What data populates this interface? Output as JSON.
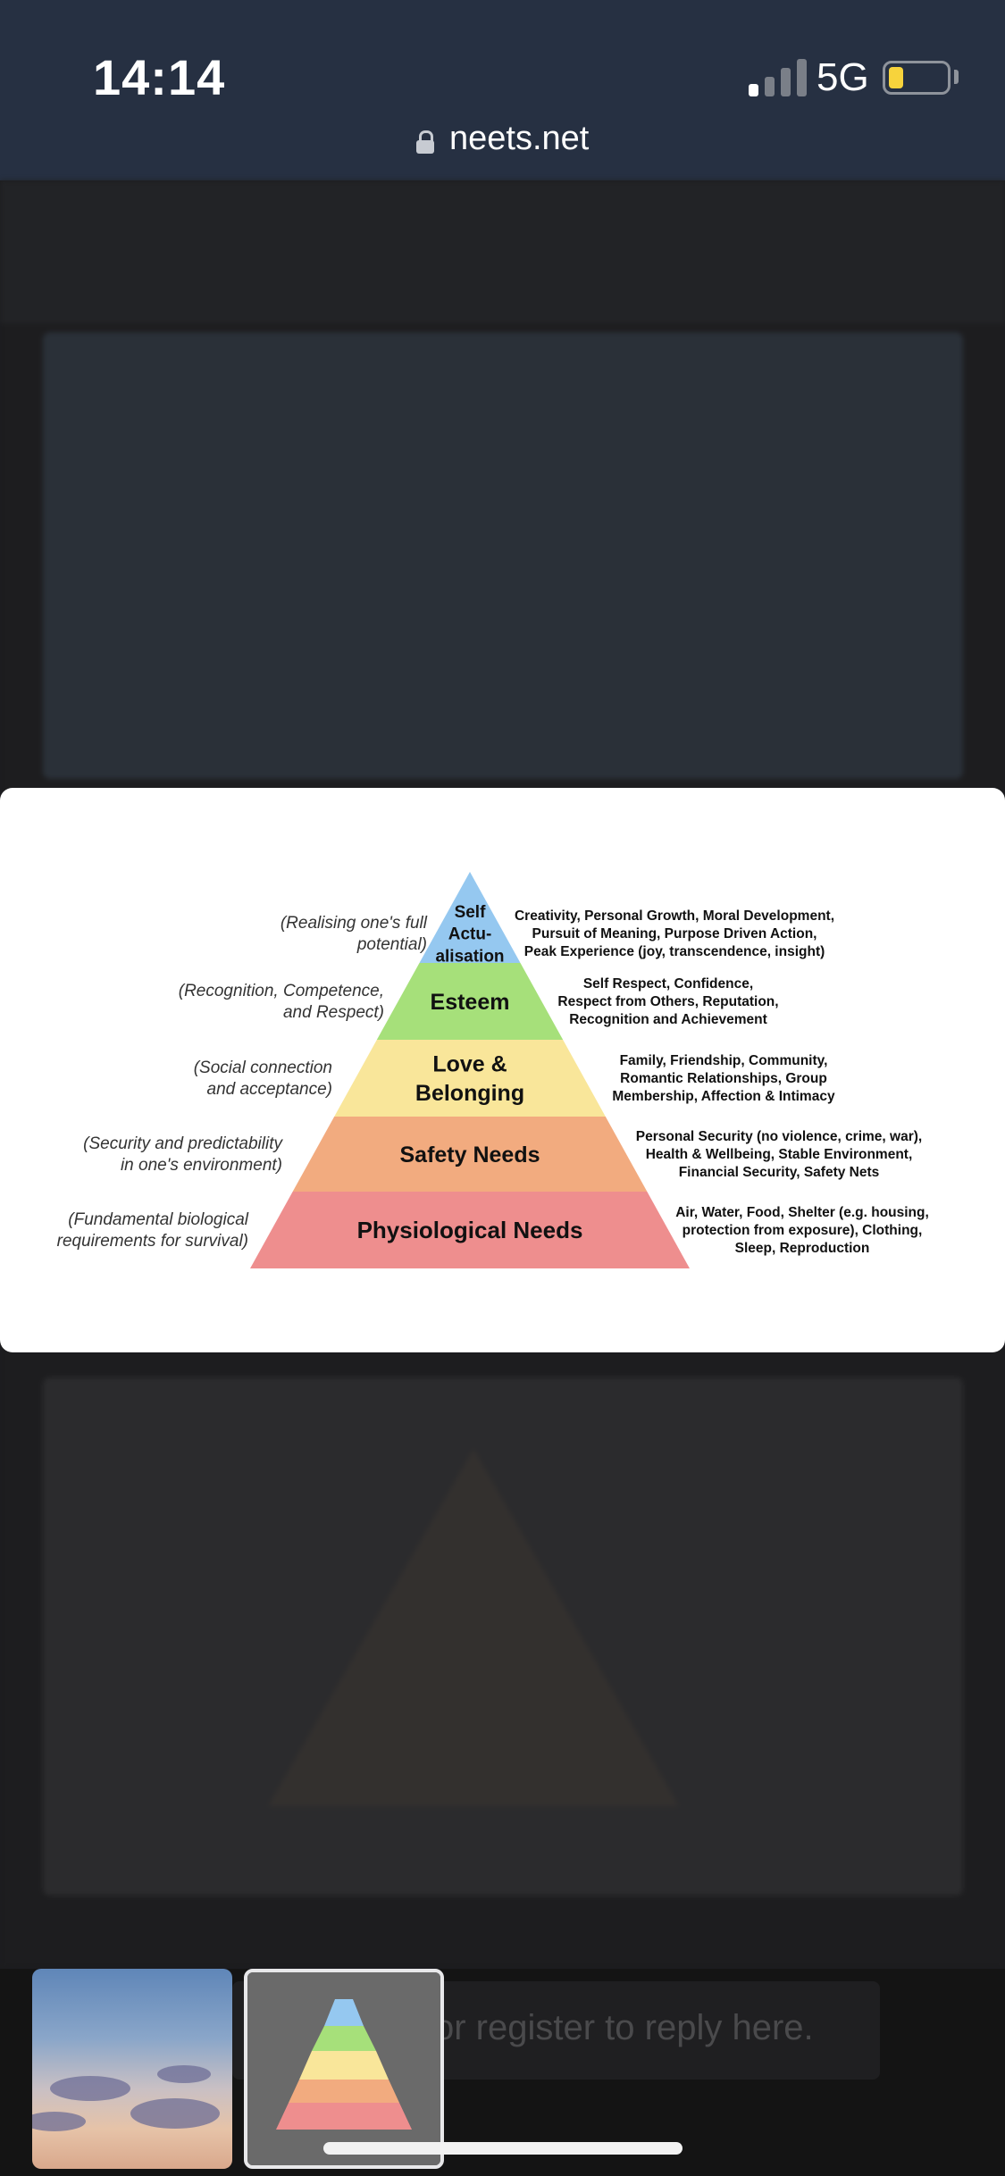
{
  "status_bar": {
    "time": "14:14",
    "network": "5G",
    "battery_color": "#f7d33c"
  },
  "browser": {
    "url": "neets.net"
  },
  "pyramid": {
    "levels": [
      {
        "label_lines": [
          "Self",
          "Actu-",
          "alisation"
        ],
        "color": "#95c8f0",
        "note_lines": [
          "(Realising one's full",
          "potential)"
        ],
        "desc_lines": [
          "Creativity, Personal Growth, Moral Development,",
          "Pursuit of Meaning, Purpose Driven Action,",
          "Peak Experience (joy, transcendence, insight)"
        ]
      },
      {
        "label_lines": [
          "Esteem"
        ],
        "color": "#a6e07a",
        "note_lines": [
          "(Recognition, Competence,",
          "and Respect)"
        ],
        "desc_lines": [
          "Self Respect, Confidence,",
          "Respect from Others, Reputation,",
          "Recognition and Achievement"
        ]
      },
      {
        "label_lines": [
          "Love &",
          "Belonging"
        ],
        "color": "#f9e69a",
        "note_lines": [
          "(Social connection",
          "and acceptance)"
        ],
        "desc_lines": [
          "Family, Friendship, Community,",
          "Romantic Relationships, Group",
          "Membership, Affection & Intimacy"
        ]
      },
      {
        "label_lines": [
          "Safety Needs"
        ],
        "color": "#f2ab7f",
        "note_lines": [
          "(Security and predictability",
          "in one's environment)"
        ],
        "desc_lines": [
          "Personal Security (no violence, crime, war),",
          "Health & Wellbeing, Stable Environment,",
          "Financial Security, Safety Nets"
        ]
      },
      {
        "label_lines": [
          "Physiological Needs"
        ],
        "color": "#ee8e8e",
        "note_lines": [
          "(Fundamental biological",
          "requirements for survival)"
        ],
        "desc_lines": [
          "Air, Water, Food, Shelter (e.g. housing,",
          "protection from exposure), Clothing,",
          "Sleep, Reproduction"
        ]
      }
    ]
  },
  "reply_box": {
    "placeholder": "or register to reply here."
  },
  "thumbnails": [
    {
      "name": "sky-photo"
    },
    {
      "name": "pyramid-image"
    }
  ]
}
